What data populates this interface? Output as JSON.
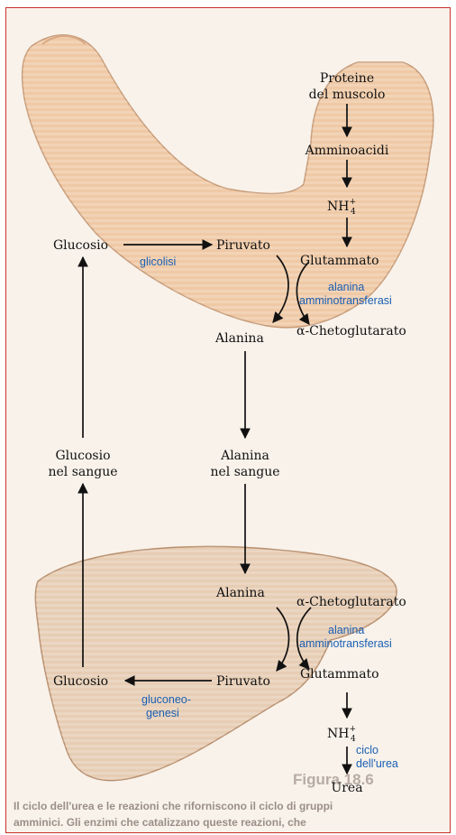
{
  "colors": {
    "arrow": "#111111",
    "enzyme_text": "#1a5fb4",
    "muscle_fill": "#efc9a6",
    "liver_fill": "#e6cdb4",
    "border": "#c9302c"
  },
  "muscle": {
    "protein_line1": "Proteine",
    "protein_line2": "del muscolo",
    "amino_acids": "Amminoacidi",
    "ammonium": "NH",
    "ammonium_sup": "+",
    "ammonium_sub": "4",
    "glucose": "Glucosio",
    "glycolysis": "glicolisi",
    "pyruvate": "Piruvato",
    "glutamate": "Glutammato",
    "enzyme_line1": "alanina",
    "enzyme_line2": "amminotransferasi",
    "alanine": "Alanina",
    "alpha_kg": "α-Chetoglutarato"
  },
  "blood": {
    "glucose_line1": "Glucosio",
    "glucose_line2": "nel sangue",
    "alanine_line1": "Alanina",
    "alanine_line2": "nel sangue"
  },
  "liver": {
    "alanine": "Alanina",
    "alpha_kg": "α-Chetoglutarato",
    "enzyme_line1": "alanina",
    "enzyme_line2": "amminotransferasi",
    "glucose": "Glucosio",
    "pyruvate": "Piruvato",
    "glutamate": "Glutammato",
    "gluconeo_line1": "gluconeo-",
    "gluconeo_line2": "genesi",
    "ammonium": "NH",
    "ammonium_sup": "+",
    "ammonium_sub": "4",
    "urea_cycle_line1": "ciclo",
    "urea_cycle_line2": "dell'urea",
    "urea": "Urea"
  },
  "background_text": {
    "figure_ref": "Figura 18.6",
    "caption_line1": "Il ciclo dell'urea e le reazioni che riforniscono il ciclo di gruppi",
    "caption_line2": "amminici. Gli enzimi che catalizzano queste reazioni, che"
  }
}
